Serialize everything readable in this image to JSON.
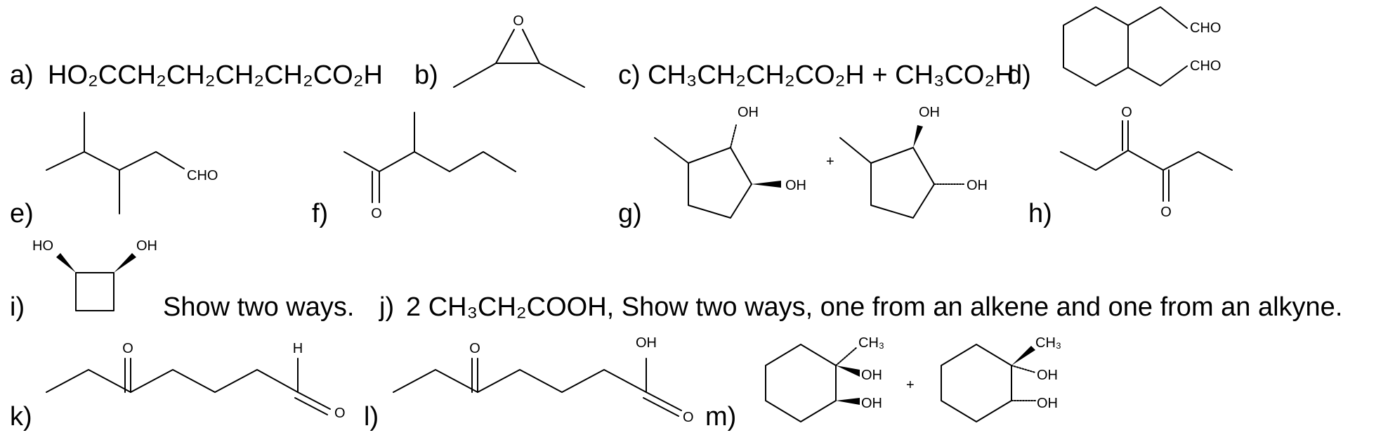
{
  "labels": {
    "a": "a)",
    "b": "b)",
    "c": "c)",
    "d": "d)",
    "e": "e)",
    "f": "f)",
    "g": "g)",
    "h": "h)",
    "i": "i)",
    "j": "j)",
    "k": "k)",
    "l": "l)",
    "m": "m)"
  },
  "formulas": {
    "a_formula": "HO₂CCH₂CH₂CH₂CH₂CO₂H",
    "c_formula": "CH₃CH₂CH₂CO₂H + CH₃CO₂H",
    "i_text": "Show two ways.",
    "j_text": "2 CH₃CH₂COOH, Show two ways, one from an alkene and one from an alkyne."
  },
  "atoms": {
    "oxygen": "O",
    "hydrogen": "H",
    "hydroxyl": "OH",
    "hydroxyl_left": "HO",
    "aldehyde": "CHO",
    "methyl": "CH₃",
    "plus": "+"
  }
}
